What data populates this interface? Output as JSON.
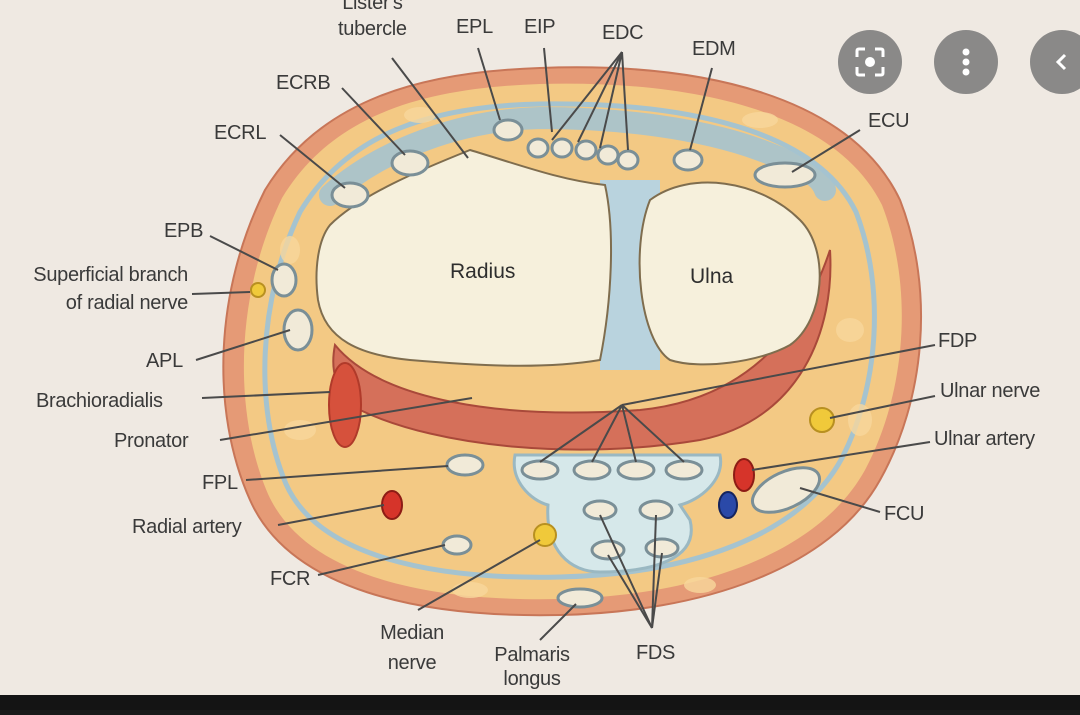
{
  "labels": {
    "listers": [
      "Lister's",
      "tubercle"
    ],
    "epl": "EPL",
    "eip": "EIP",
    "edc": "EDC",
    "edm": "EDM",
    "ecu": "ECU",
    "ecrb": "ECRB",
    "ecrl": "ECRL",
    "epb": "EPB",
    "superficial": [
      "Superficial branch",
      "of radial nerve"
    ],
    "apl": "APL",
    "brachioradialis": "Brachioradialis",
    "pronator": "Pronator",
    "fpl": "FPL",
    "radial_artery": "Radial artery",
    "fcr": "FCR",
    "median": [
      "Median",
      "nerve"
    ],
    "palmaris": [
      "Palmaris",
      "longus"
    ],
    "fds": "FDS",
    "fcu": "FCU",
    "fdp": "FDP",
    "ulnar_nerve": "Ulnar nerve",
    "ulnar_artery": "Ulnar artery",
    "radius": "Radius",
    "ulna": "Ulna"
  },
  "overlay_buttons": {
    "lens": "lens-scan-icon",
    "more": "more-vertical-icon",
    "back": "chevron-left-icon"
  },
  "colors": {
    "paper": "#efe9e1",
    "skin": "#e79a72",
    "fat": "#f2c880",
    "fascia": "#a9c9d3",
    "bone": "#f6f0dc",
    "muscle": "#d8775e",
    "artery": "#d6342a",
    "vein": "#2a49a8",
    "nerve": "#f0c93a"
  }
}
